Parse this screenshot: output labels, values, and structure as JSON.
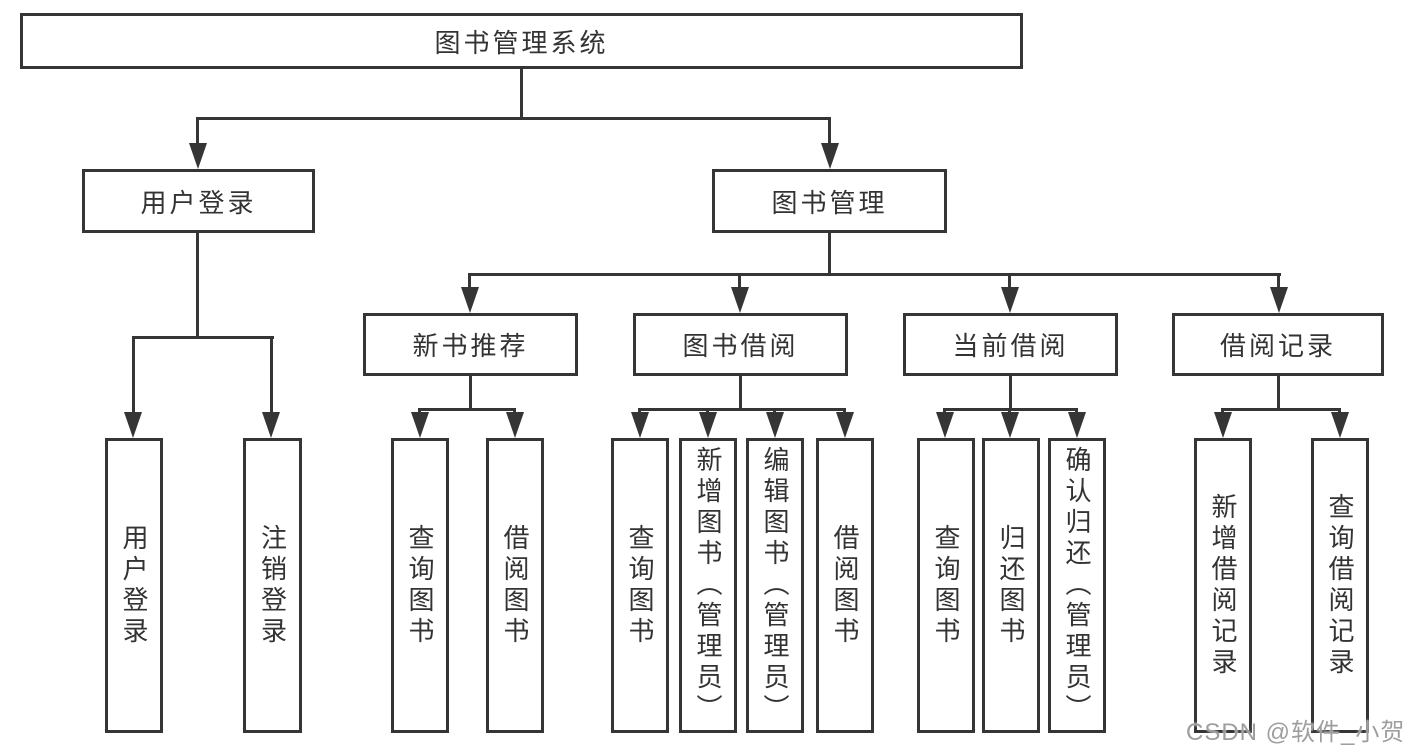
{
  "diagram": {
    "tree": {
      "label": "图书管理系统",
      "children": [
        {
          "label": "用户登录",
          "children": [
            {
              "label": "用户登录"
            },
            {
              "label": "注销登录"
            }
          ]
        },
        {
          "label": "图书管理",
          "children": [
            {
              "label": "新书推荐",
              "children": [
                {
                  "label": "查询图书"
                },
                {
                  "label": "借阅图书"
                }
              ]
            },
            {
              "label": "图书借阅",
              "children": [
                {
                  "label": "查询图书"
                },
                {
                  "label": "新增图书（管理员）"
                },
                {
                  "label": "编辑图书（管理员）"
                },
                {
                  "label": "借阅图书"
                }
              ]
            },
            {
              "label": "当前借阅",
              "children": [
                {
                  "label": "查询图书"
                },
                {
                  "label": "归还图书"
                },
                {
                  "label": "确认归还（管理员）"
                }
              ]
            },
            {
              "label": "借阅记录",
              "children": [
                {
                  "label": "新增借阅记录"
                },
                {
                  "label": "查询借阅记录"
                }
              ]
            }
          ]
        }
      ]
    },
    "colors": {
      "line": "#353535",
      "text": "#333333",
      "background": "#ffffff",
      "watermark": "#9e9e9e"
    }
  },
  "watermark": {
    "text": "CSDN @软件_小贺同学"
  }
}
